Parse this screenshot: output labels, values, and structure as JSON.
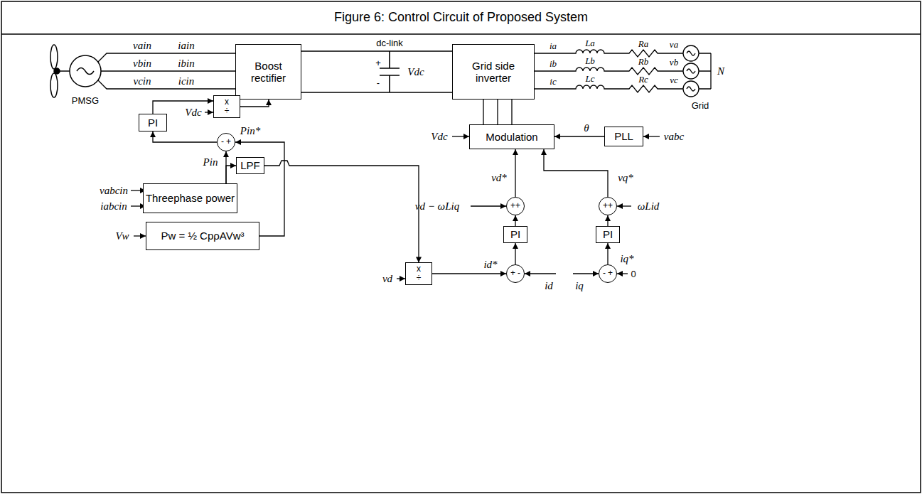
{
  "diagram": {
    "title": "Figure 6: Control Circuit of Proposed System",
    "nodes": [
      {
        "text": [
          "Boost rectifier"
        ]
      },
      {
        "text": [
          "Grid side inverter"
        ]
      },
      {
        "text": [
          "x",
          "÷"
        ]
      },
      {
        "text": [
          "PI"
        ]
      },
      {
        "text": [
          "-",
          "+"
        ]
      },
      {
        "text": [
          "LPF"
        ]
      },
      {
        "text": [
          "Threephase power"
        ]
      },
      {
        "text": [
          "Pw = ½ CpρAVw³"
        ]
      },
      {
        "text": [
          "Modulation"
        ]
      },
      {
        "text": [
          "PLL"
        ]
      },
      {
        "text": [
          "+",
          "+"
        ]
      },
      {
        "text": [
          "+",
          "+"
        ]
      },
      {
        "text": [
          "PI"
        ]
      },
      {
        "text": [
          "PI"
        ]
      },
      {
        "text": [
          "+",
          "-"
        ]
      },
      {
        "text": [
          "-",
          "+"
        ]
      },
      {
        "text": [
          "x",
          "÷"
        ]
      }
    ],
    "edges": [
      {
        "from": 2,
        "to": 0,
        "arrow": "to"
      },
      {
        "from": 3,
        "to": 2,
        "arrow": "to"
      },
      {
        "from": 4,
        "to": 3,
        "arrow": "to"
      },
      {
        "from": 6,
        "to": 4,
        "arrow": "to"
      },
      {
        "from": 6,
        "to": 5,
        "arrow": "to"
      },
      {
        "from": 7,
        "to": 4,
        "arrow": "to"
      },
      {
        "from": 5,
        "to": 16,
        "arrow": "to"
      },
      {
        "from": 8,
        "to": 1,
        "arrow": "none"
      },
      {
        "from": 9,
        "to": 8,
        "arrow": "to"
      },
      {
        "from": 10,
        "to": 8,
        "arrow": "to"
      },
      {
        "from": 11,
        "to": 8,
        "arrow": "to"
      },
      {
        "from": 12,
        "to": 10,
        "arrow": "to"
      },
      {
        "from": 13,
        "to": 11,
        "arrow": "to"
      },
      {
        "from": 14,
        "to": 12,
        "arrow": "to"
      },
      {
        "from": 15,
        "to": 13,
        "arrow": "to"
      },
      {
        "from": 16,
        "to": 14,
        "arrow": "to"
      }
    ],
    "labels": [
      "vain",
      "iain",
      "vbin",
      "ibin",
      "vcin",
      "icin",
      "PMSG",
      "dc-link",
      "+",
      "-",
      "Vdc",
      "ia",
      "ib",
      "ic",
      "La",
      "Lb",
      "Lc",
      "Ra",
      "Rb",
      "Rc",
      "va",
      "vb",
      "vc",
      "N",
      "Grid",
      "Vdc",
      "θ",
      "vabc",
      "vd*",
      "vq*",
      "vd − ωLiq",
      "ωLid",
      "id*",
      "id",
      "iq",
      "iq*",
      "0",
      "vd",
      "Pin*",
      "Pin",
      "Vdc",
      "vabcin",
      "iabcin",
      "Vw"
    ]
  }
}
